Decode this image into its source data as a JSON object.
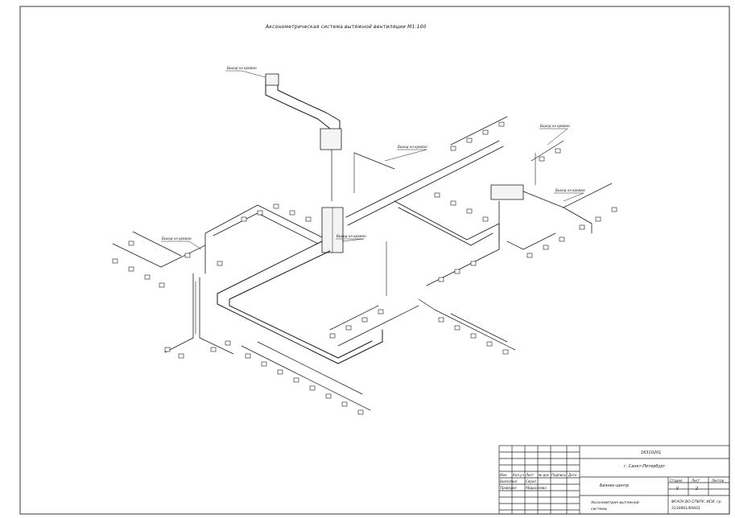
{
  "drawing": {
    "title": "Аксонометрическая система вытяжной вентиляции М1:100",
    "outlet_callout": "Выход на кровлю"
  },
  "title_block": {
    "doc_code": "16310201",
    "city": "г. Санкт-Петербург",
    "headers": [
      "Изм",
      "Кол.уч",
      "Лист",
      "№ док",
      "Подпись",
      "Дата"
    ],
    "roles": [
      {
        "role": "Выполнил",
        "name": "Серая"
      },
      {
        "role": "Проверил",
        "name": "Абдыханова"
      }
    ],
    "project": "Бизнес-центр",
    "sheet_title": "Аксонометрия вытяжной системы",
    "stage_label": "Стадия",
    "sheet_label": "Лист",
    "sheets_label": "Листов",
    "stage": "У",
    "sheet": "2",
    "org": "ФГАОУ ВО СПбПУ, ИСИ, гр. 3130801/60601"
  },
  "colors": {
    "line": "#1a1a1a",
    "paper": "#ffffff",
    "duct": "#f7f7f7"
  }
}
